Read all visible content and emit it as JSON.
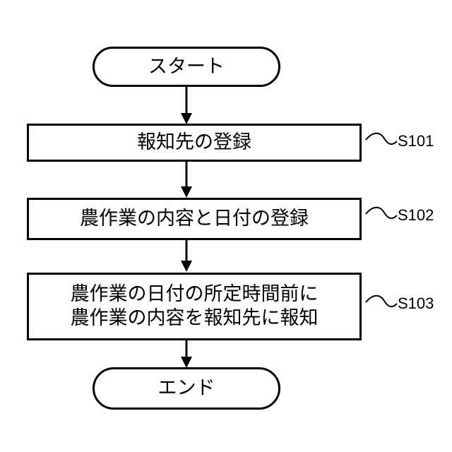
{
  "flowchart": {
    "start": "スタート",
    "steps": [
      {
        "id": "S101",
        "lines": [
          "報知先の登録"
        ]
      },
      {
        "id": "S102",
        "lines": [
          "農作業の内容と日付の登録"
        ]
      },
      {
        "id": "S103",
        "lines": [
          "農作業の日付の所定時間前に",
          "農作業の内容を報知先に報知"
        ]
      }
    ],
    "end": "エンド"
  }
}
